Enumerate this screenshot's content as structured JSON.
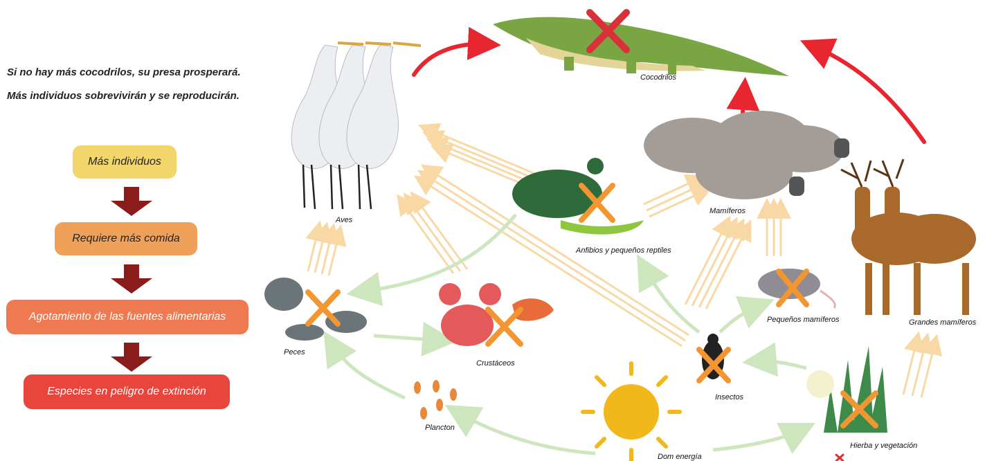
{
  "intro": {
    "line1": "Si no hay más cocodrilos, su presa prosperará.",
    "line2": "Más individuos sobrevivirán y se reproducirán."
  },
  "flow": [
    {
      "label": "Más individuos",
      "color": "#f2d66b",
      "text_color": "#222222"
    },
    {
      "label": "Requiere más comida",
      "color": "#efa15a",
      "text_color": "#222222"
    },
    {
      "label": "Agotamiento de las fuentes alimentarias",
      "color": "#ef7a52",
      "text_color": "#ffffff"
    },
    {
      "label": "Especies en peligro de extinción",
      "color": "#e8453c",
      "text_color": "#ffffff"
    }
  ],
  "nodes": {
    "cocodrilos": "Cocodrilos",
    "aves": "Aves",
    "mamiferos": "Mamíferos",
    "anfibios": "Anfibios y pequeños reptiles",
    "peces": "Peces",
    "crustaceos": "Crustáceos",
    "pequenos_mamiferos": "Pequeños mamíferos",
    "grandes_mamiferos": "Grandes mamíferos",
    "insectos": "Insectos",
    "plancton": "Plancton",
    "sol": "Dom energía",
    "hierba": "Hierba y vegetación"
  },
  "colors": {
    "feeding_arrow": "#f8d9a6",
    "energy_arrow": "#cde6bd",
    "prosper_arrow": "#e8262f",
    "extinct_mark": "#f39530",
    "removed_mark": "#d9303a"
  }
}
